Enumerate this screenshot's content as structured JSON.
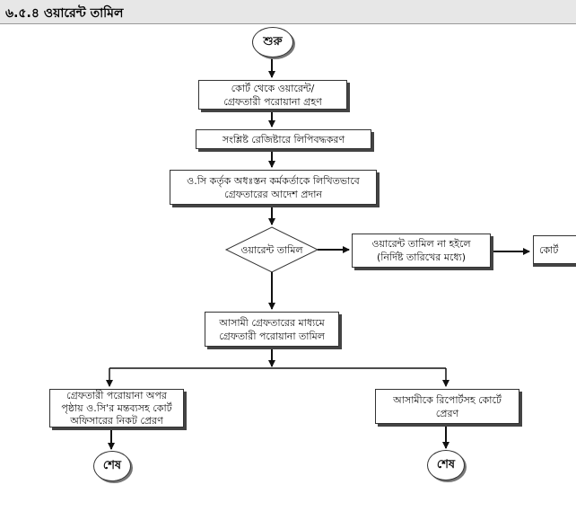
{
  "header": {
    "title": "৬.৫.৪ ওয়ারেন্ট তামিল"
  },
  "start": {
    "label": "শুরু"
  },
  "steps": {
    "receive": {
      "line1": "কোর্ট থেকে ওয়ারেন্ট/",
      "line2": "গ্রেফতারী পরোয়ানা গ্রহণ"
    },
    "register": {
      "line1": "সংশ্লিষ্ট রেজিষ্টারে লিপিবদ্ধকরণ"
    },
    "order": {
      "line1": "ও.সি কর্তৃক অধঃস্তন কর্মকর্তাকে লিখিতভাবে",
      "line2": "গ্রেফতারের আদেশ প্রদান"
    },
    "decision": {
      "label": "ওয়ারেন্ট তামিল"
    },
    "not_served": {
      "line1": "ওয়ারেন্ট তামিল না হইলে",
      "line2": "(নির্দিষ্ট তারিখের মধ্যে)"
    },
    "court_partial": {
      "label": "কোর্ট"
    },
    "arrest": {
      "line1": "আসামী গ্রেফতারের মাধ্যমে",
      "line2": "গ্রেফতারী পরোয়ানা তামিল"
    },
    "send_officer": {
      "line1": "গ্রেফতারী পরোয়ানা অপর",
      "line2": "পৃষ্ঠায় ও.সি'র মন্তব্যসহ কোর্ট",
      "line3": "অফিসারের নিকট প্রেরণ"
    },
    "send_court": {
      "line1": "আসামীকে রিপোর্টসহ কোর্টে",
      "line2": "প্রেরণ"
    }
  },
  "end_left": {
    "label": "শেষ"
  },
  "end_right": {
    "label": "শেষ"
  }
}
